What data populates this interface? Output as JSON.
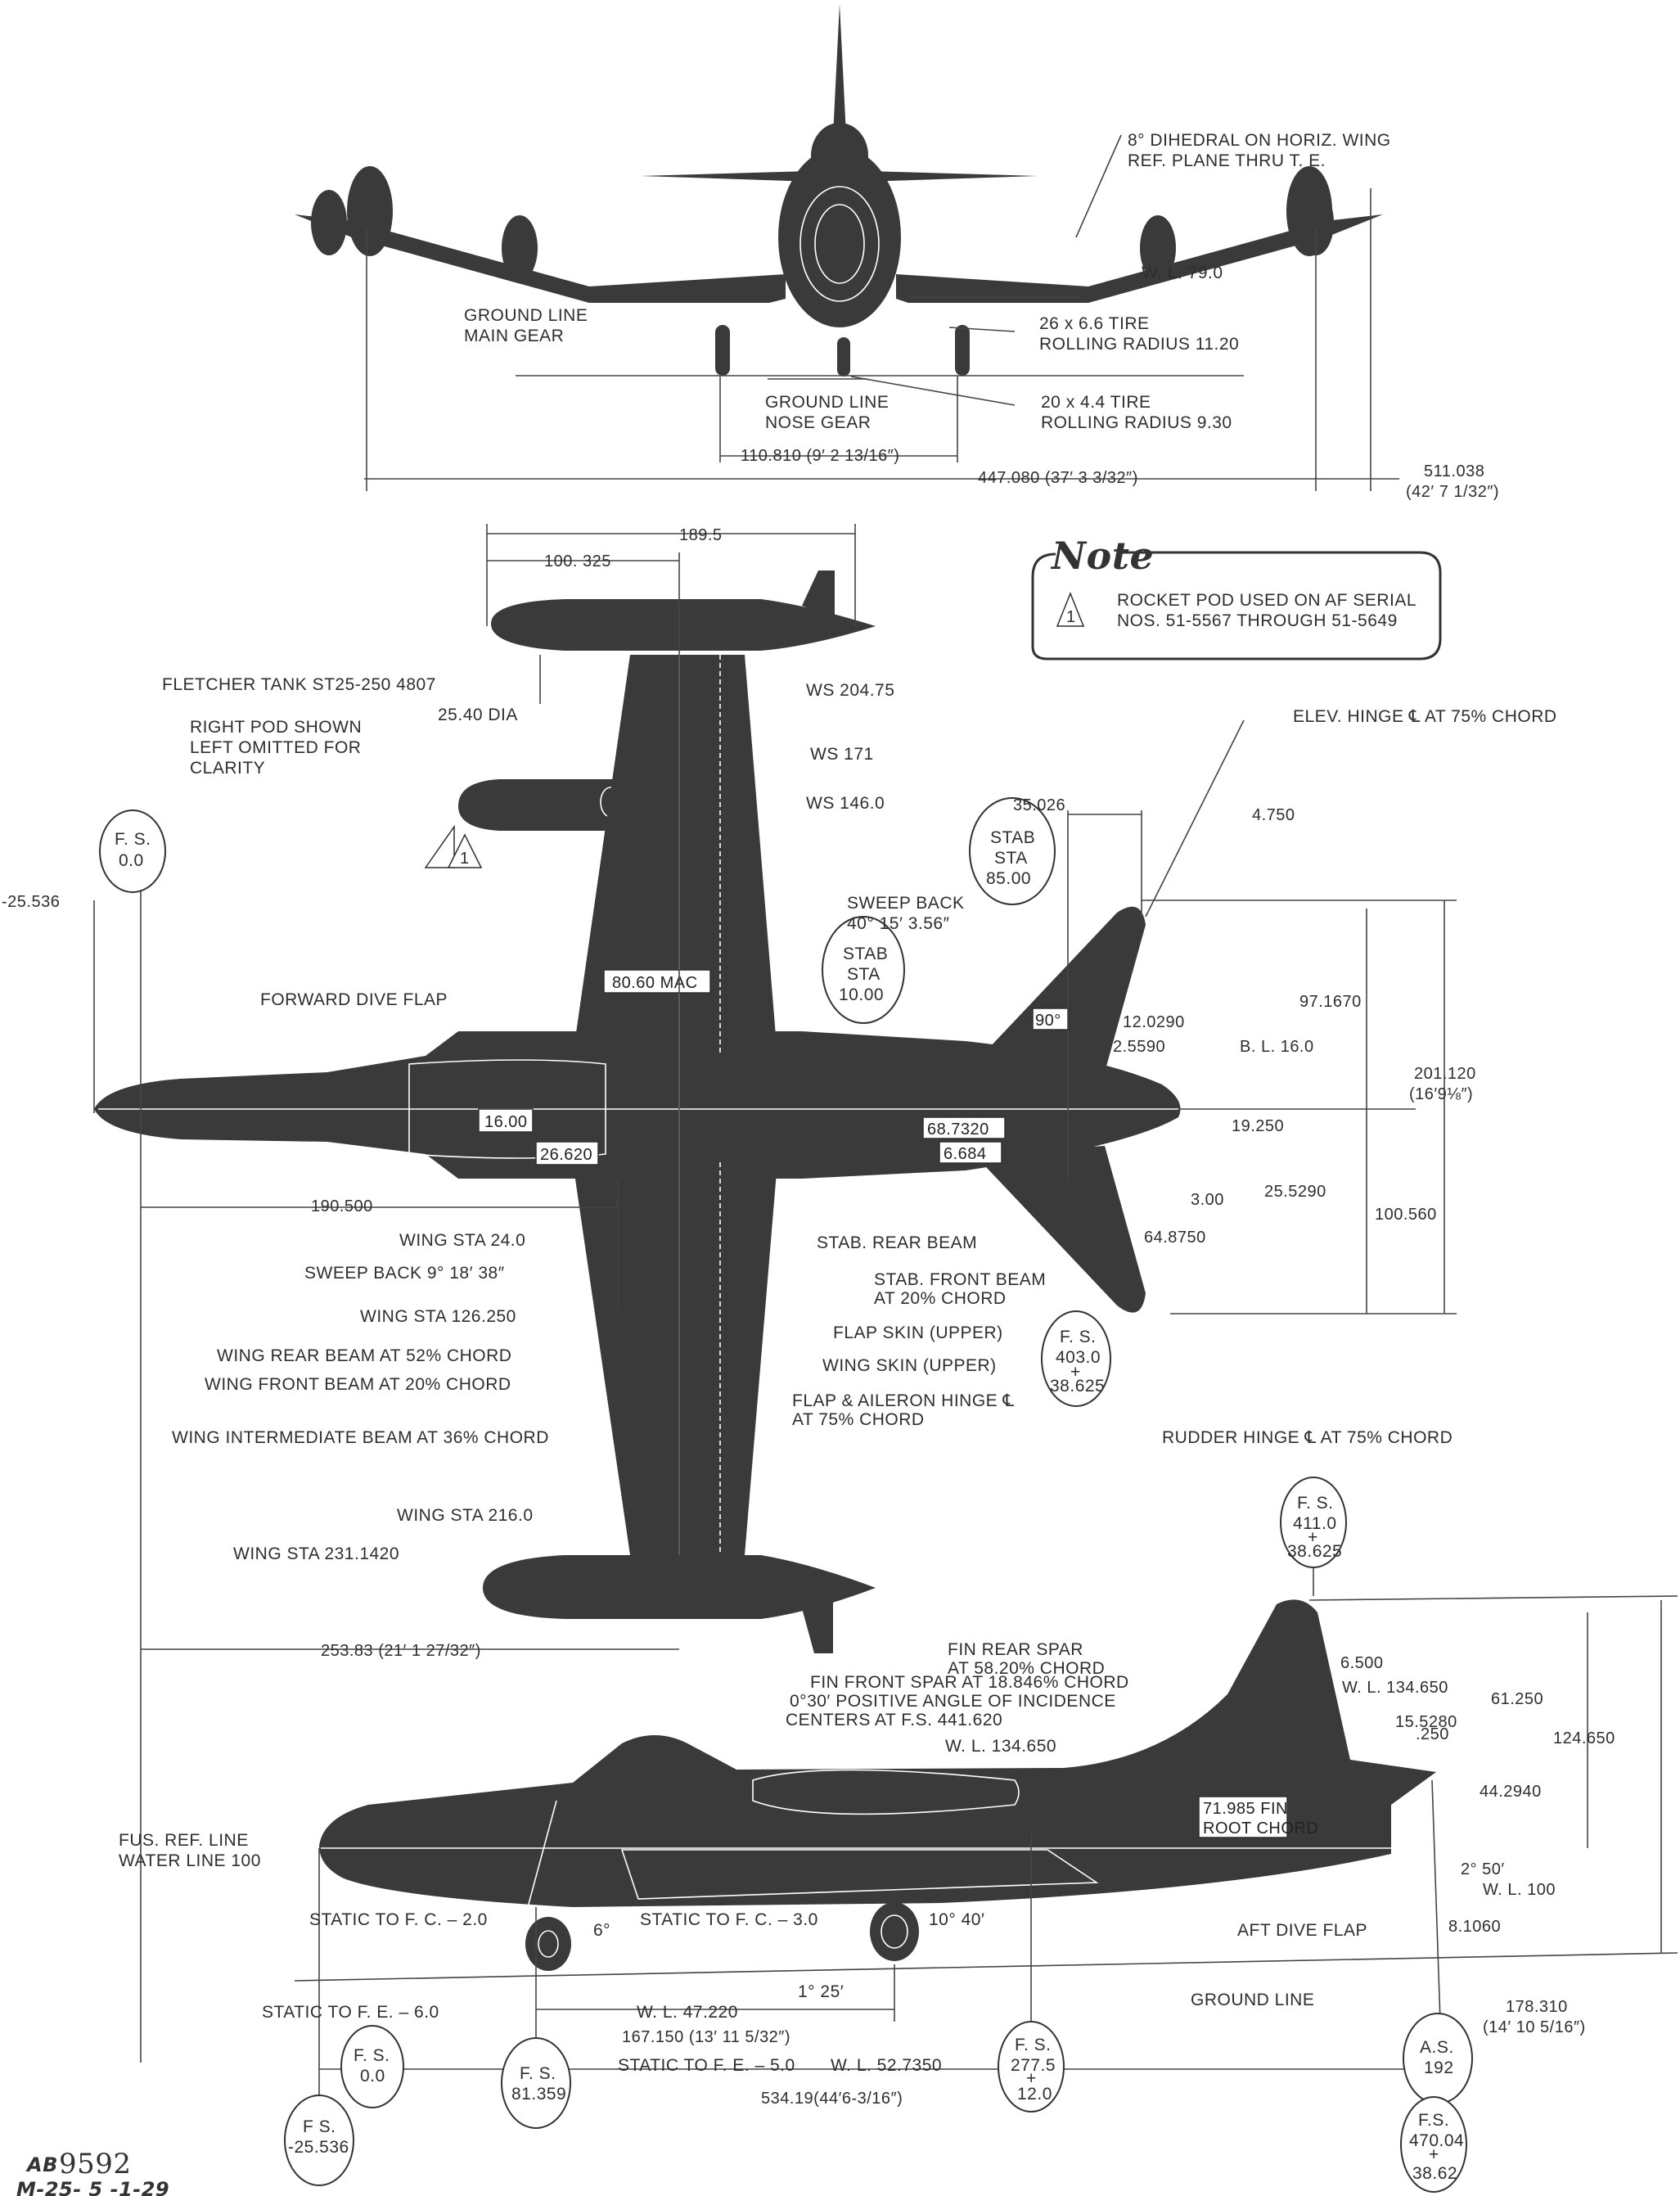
{
  "drawing": {
    "title": "Three-view dimensional drawing",
    "views": [
      "front",
      "top",
      "side"
    ],
    "colors": {
      "silhouette": "#3a3a3a",
      "ink": "#2e2e2e",
      "paper": "#ffffff"
    }
  },
  "front_view": {
    "dihedral_note": [
      "8° DIHEDRAL ON HORIZ. WING",
      "REF. PLANE THRU T. E."
    ],
    "wl": "W. L. 79.0",
    "ground_main": [
      "GROUND LINE",
      "MAIN GEAR"
    ],
    "ground_nose": [
      "GROUND LINE",
      "NOSE GEAR"
    ],
    "main_tire": [
      "26 x 6.6 TIRE",
      "ROLLING RADIUS 11.20"
    ],
    "nose_tire": [
      "20 x 4.4 TIRE",
      "ROLLING RADIUS 9.30"
    ],
    "track": "110.810 (9′ 2 13/16″)",
    "span_tanks": "447.080 (37′ 3 3/32″)",
    "span_overall": [
      "511.038",
      "(42′ 7 1/32″)"
    ]
  },
  "note": {
    "heading": "Note",
    "marker": "1",
    "lines": [
      "ROCKET POD USED ON AF SERIAL",
      "NOS. 51-5567 THROUGH 51-5649"
    ]
  },
  "top_view": {
    "tank_length": "189.5",
    "tank_cg": "100. 325",
    "fletcher_tank": "FLETCHER TANK ST25-250 4807",
    "tank_dia": "25.40 DIA",
    "right_pod": [
      "RIGHT POD SHOWN",
      "LEFT OMITTED FOR",
      "CLARITY"
    ],
    "pod_marker": "1",
    "ws_204": "WS 204.75",
    "ws_171": "WS 171",
    "ws_146": "WS 146.0",
    "fs0": [
      "F. S.",
      "0.0"
    ],
    "nose_offset": "-25.536",
    "forward_dive_flap": "FORWARD DIVE FLAP",
    "mac": "80.60 MAC",
    "dim_16": "16.00",
    "dim_26620": "26.620",
    "dim_190500": "190.500",
    "wing_sta_24": "WING STA 24.0",
    "sweep_wing": "SWEEP BACK 9° 18′ 38″",
    "wing_sta_126": "WING STA 126.250",
    "rear_beam": "WING REAR BEAM AT 52% CHORD",
    "front_beam": "WING FRONT BEAM AT 20% CHORD",
    "inter_beam": "WING INTERMEDIATE BEAM AT 36% CHORD",
    "wing_sta_216": "WING STA 216.0",
    "wing_sta_231": "WING STA 231.1420",
    "semi_span": "253.83 (21′ 1 27/32″)",
    "elev_hinge": "ELEV. HINGE ℄ AT 75% CHORD",
    "dim_4750": "4.750",
    "dim_35026": "35.026",
    "stab_sta_85": [
      "STAB",
      "STA",
      "85.00"
    ],
    "stab_sta_10": [
      "STAB",
      "STA",
      "10.00"
    ],
    "sweep_stab": [
      "SWEEP BACK",
      "40° 15′ 3.56″"
    ],
    "angle_90": "90°",
    "dim_12029": "12.0290",
    "dim_2559": "2.5590",
    "bl16": "B. L. 16.0",
    "dim_97167": "97.1670",
    "stab_span": [
      "201.120",
      "(16′9⅛″)"
    ],
    "dim_19250": "19.250",
    "dim_68732": "68.7320",
    "dim_6684": "6.684",
    "dim_3": "3.00",
    "dim_255290": "25.5290",
    "dim_100560": "100.560",
    "dim_648750": "64.8750",
    "stab_rear_beam": "STAB. REAR BEAM",
    "stab_front_beam": [
      "STAB. FRONT BEAM",
      "AT 20% CHORD"
    ],
    "flap_skin": "FLAP SKIN (UPPER)",
    "wing_skin": "WING SKIN (UPPER)",
    "flap_hinge": [
      "FLAP & AILERON HINGE ℄",
      "AT 75% CHORD"
    ],
    "fs403": [
      "F. S.",
      "403.0",
      "+",
      "38.625"
    ]
  },
  "side_view": {
    "rudder_hinge": "RUDDER HINGE ℄ AT 75% CHORD",
    "fs411": [
      "F. S.",
      "411.0",
      "+",
      "38.625"
    ],
    "fin_rear_spar": [
      "FIN REAR SPAR",
      "AT 58.20% CHORD"
    ],
    "fin_front_spar": "FIN FRONT SPAR AT 18.846% CHORD",
    "incidence": [
      "0°30′ POSITIVE ANGLE OF INCIDENCE",
      "CENTERS AT F.S. 441.620"
    ],
    "wl_134_left": "W. L. 134.650",
    "wl_134_right": "W. L. 134.650",
    "dim_6500": "6.500",
    "dim_61250": "61.250",
    "dim_155280": "15.5280",
    "dim_250": ".250",
    "dim_124650": "124.650",
    "dim_442940": "44.2940",
    "fin_root": [
      "71.985 FIN",
      "ROOT CHORD"
    ],
    "angle_250": "2° 50′",
    "wl100": "W. L. 100",
    "dim_81060": "8.1060",
    "height": [
      "178.310",
      "(14′ 10 5/16″)"
    ],
    "fus_ref": [
      "FUS. REF. LINE",
      "WATER LINE 100"
    ],
    "static_fc_2": "STATIC TO F. C. – 2.0",
    "angle_6": "6°",
    "static_fc_3": "STATIC TO F. C. – 3.0",
    "angle_1040": "10° 40′",
    "aft_dive_flap": "AFT DIVE FLAP",
    "angle_125": "1° 25′",
    "static_fe_6": "STATIC TO F. E. – 6.0",
    "wl47": "W. L. 47.220",
    "ground_line": "GROUND LINE",
    "wheelbase": "167.150 (13′ 11 5/32″)",
    "static_fe_5": "STATIC TO F. E. – 5.0",
    "wl52": "W. L. 52.7350",
    "fs0": [
      "F. S.",
      "0.0"
    ],
    "fs81": [
      "F. S.",
      "81.359"
    ],
    "fs277": [
      "F. S.",
      "277.5",
      "+",
      "12.0"
    ],
    "as192": [
      "A.S.",
      "192"
    ],
    "length": "534.19(44′6-3/16″)",
    "fs_neg": [
      "F S.",
      "-25.536"
    ],
    "fs470": [
      "F.S.",
      "470.04",
      "+",
      "38.62"
    ]
  },
  "stamp": {
    "line1_prefix": "AB",
    "line1_number": "9592",
    "line2": "M-25- 5 -1-29"
  }
}
